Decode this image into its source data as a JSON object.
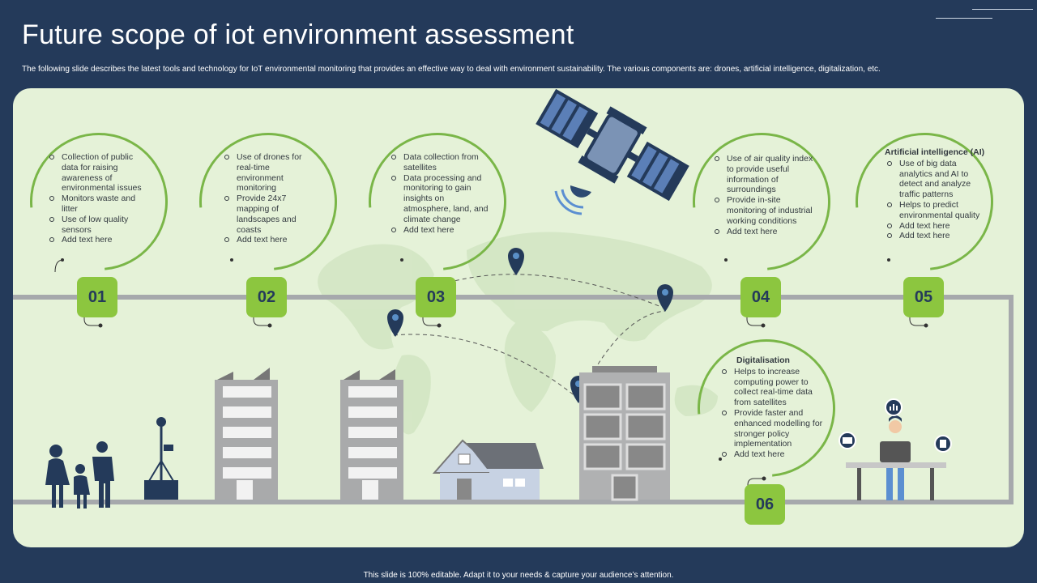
{
  "slide": {
    "title": "Future scope of iot environment assessment",
    "subtitle": "The following slide describes the latest tools and technology for IoT environmental monitoring that provides an effective way to deal with environment sustainability. The various components are: drones, artificial intelligence, digitalization, etc.",
    "footer": "This slide is 100% editable. Adapt it to your needs & capture your audience’s attention."
  },
  "steps": [
    {
      "number": "01",
      "heading": "",
      "bullets": [
        "Collection of public data for raising awareness of environmental issues",
        "Monitors waste and litter",
        "Use of low quality sensors",
        "Add text here"
      ]
    },
    {
      "number": "02",
      "heading": "",
      "bullets": [
        "Use of drones for real-time environment monitoring",
        "Provide 24x7 mapping of landscapes and coasts",
        "Add text here"
      ]
    },
    {
      "number": "03",
      "heading": "",
      "bullets": [
        "Data collection from satellites",
        "Data processing and monitoring to gain insights on atmosphere, land, and climate change",
        "Add text here"
      ]
    },
    {
      "number": "04",
      "heading": "",
      "bullets": [
        "Use of air quality index to provide useful information of surroundings",
        "Provide in-site monitoring of industrial working conditions",
        "Add text here"
      ]
    },
    {
      "number": "05",
      "heading": "Artificial intelligence (AI)",
      "bullets": [
        "Use of big data analytics and AI to detect and analyze traffic patterns",
        "Helps to predict environmental quality",
        "Add text here",
        "Add text here"
      ]
    },
    {
      "number": "06",
      "heading": "Digitalisation",
      "bullets": [
        "Helps to increase computing power to collect real-time data from satellites",
        "Provide faster and enhanced modelling for stronger policy implementation",
        "Add text here"
      ]
    }
  ],
  "icons": [
    "satellite-icon",
    "location-pin-icon",
    "family-icon",
    "sensor-station-icon",
    "building-icon",
    "house-icon",
    "person-laptop-icon",
    "chart-icon",
    "monitor-icon",
    "document-icon"
  ],
  "colors": {
    "background": "#243a5a",
    "panel": "#e5f2d8",
    "accent_green": "#8cc63f",
    "arc_green": "#7ab648",
    "track": "#a6a9ac"
  }
}
